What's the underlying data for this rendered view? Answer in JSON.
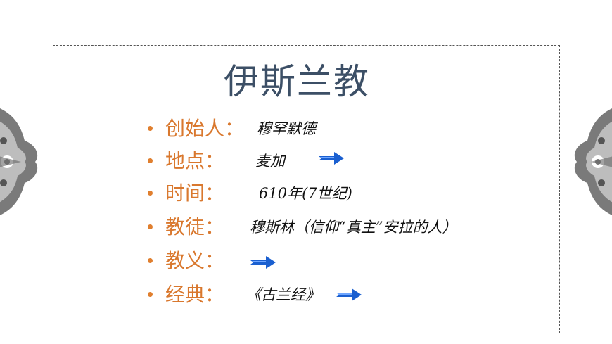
{
  "title": "伊斯兰教",
  "rows": [
    {
      "label": "创始人：",
      "value": "穆罕默德"
    },
    {
      "label": "地点：",
      "value": "麦加"
    },
    {
      "label": "时间：",
      "value": "610年(7世纪)"
    },
    {
      "label": "教徒：",
      "value": "穆斯林（信仰“真主”安拉的人）"
    },
    {
      "label": "教义：",
      "value": ""
    },
    {
      "label": "经典：",
      "value": "《古兰经》"
    }
  ],
  "colors": {
    "title": "#3c4f66",
    "label": "#d9782e",
    "bullet": "#e07f2f",
    "arrow": "#1a5fd0",
    "ornament": "#7a7a7a"
  },
  "icons": {
    "link_arrow": "blue-right-arrow-icon",
    "ornament": "floral-ornament-icon"
  }
}
